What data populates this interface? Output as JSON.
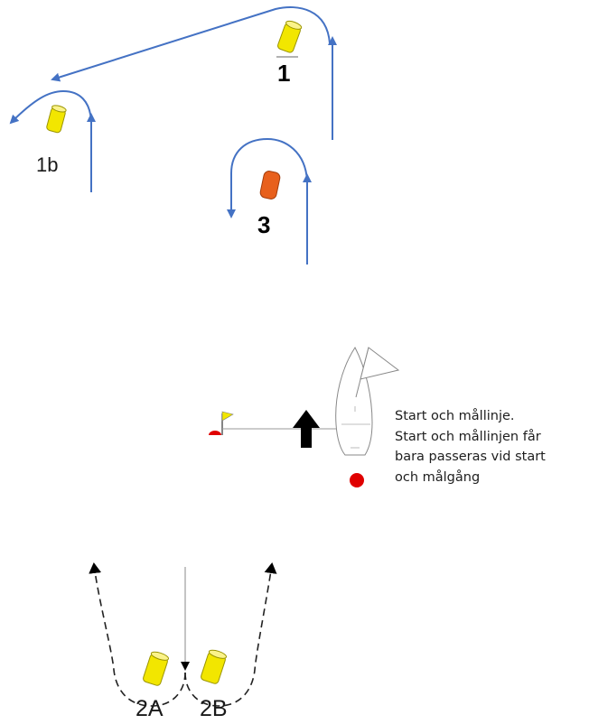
{
  "marks": {
    "mark_1": "1",
    "mark_1b": "1b",
    "mark_3": "3",
    "mark_2a": "2A",
    "mark_2b": "2B"
  },
  "start_line": {
    "lines": [
      "Start och mållinje.",
      "Start och mållinjen får",
      "bara passeras vid start",
      "och målgång"
    ]
  },
  "colors": {
    "course_arrow": "#4472c4",
    "yellow_buoy": "#f2e600",
    "orange_buoy": "#e8601c",
    "start_buoy": "#e00000",
    "black": "#000000"
  }
}
